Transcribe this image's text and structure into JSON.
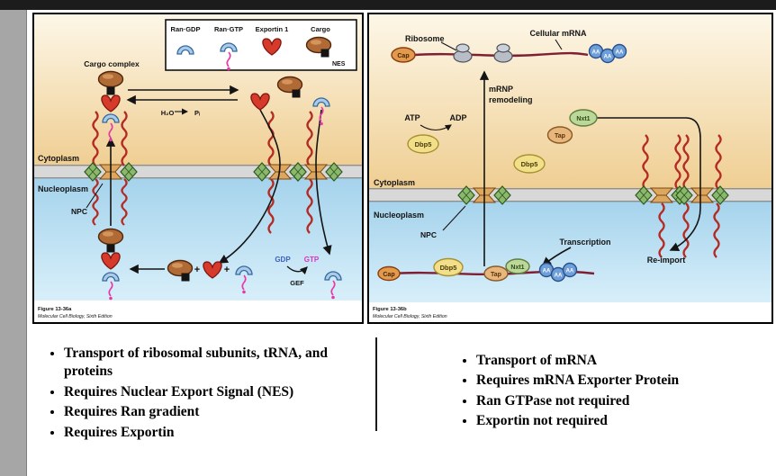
{
  "figure_a": {
    "legend": {
      "items": [
        "Ran·GDP",
        "Ran·GTP",
        "Exportin 1",
        "Cargo"
      ],
      "nes": "NES"
    },
    "cargo_complex": "Cargo complex",
    "h2o": "H₂O",
    "pi": "Pᵢ",
    "plus": "+",
    "cytoplasm": "Cytoplasm",
    "nucleoplasm": "Nucleoplasm",
    "npc": "NPC",
    "gdp": "GDP",
    "gtp": "GTP",
    "gef": "GEF",
    "caption": "Figure 13-36a",
    "source": "Molecular Cell Biology, Sixth Edition"
  },
  "figure_b": {
    "ribosome": "Ribosome",
    "cellular_mrna": "Cellular mRNA",
    "cap": "Cap",
    "mrnp_line1": "mRNP",
    "mrnp_line2": "remodeling",
    "atp": "ATP",
    "adp": "ADP",
    "dbp5": "Dbp5",
    "tap": "Tap",
    "nxt1": "Nxt1",
    "aa": "AA",
    "cytoplasm": "Cytoplasm",
    "nucleoplasm": "Nucleoplasm",
    "npc": "NPC",
    "transcription": "Transcription",
    "reimport": "Re-import",
    "caption": "Figure 13-36b",
    "source": "Molecular Cell Biology, Sixth Edition"
  },
  "notes": {
    "left": [
      "Transport of ribosomal subunits, tRNA, and proteins",
      "Requires Nuclear Export Signal (NES)",
      "Requires Ran gradient",
      "Requires Exportin"
    ],
    "right": [
      "Transport of mRNA",
      "Requires mRNA Exporter Protein",
      "Ran GTPase not required",
      "Exportin not required"
    ]
  },
  "colors": {
    "cytoplasm_top": "#fdf7e8",
    "cytoplasm_bottom": "#efce92",
    "nucleoplasm_top": "#a5d3ec",
    "nucleoplasm_bottom": "#d8effa",
    "membrane": "#d8d8d8",
    "cargo": "#b06a35",
    "exportin": "#d63a2a",
    "ran": "#a9cbe8",
    "ran_tail": "#e838a8",
    "dbp5": "#f2df8a",
    "tap": "#e7b67c",
    "nxt1": "#bcd79a",
    "polya": "#6f9fd8",
    "mrna": "#7e1f33",
    "npc_green": "#8cb86e",
    "gdp_text": "#3a62c0",
    "gtp_text": "#d834c0"
  }
}
